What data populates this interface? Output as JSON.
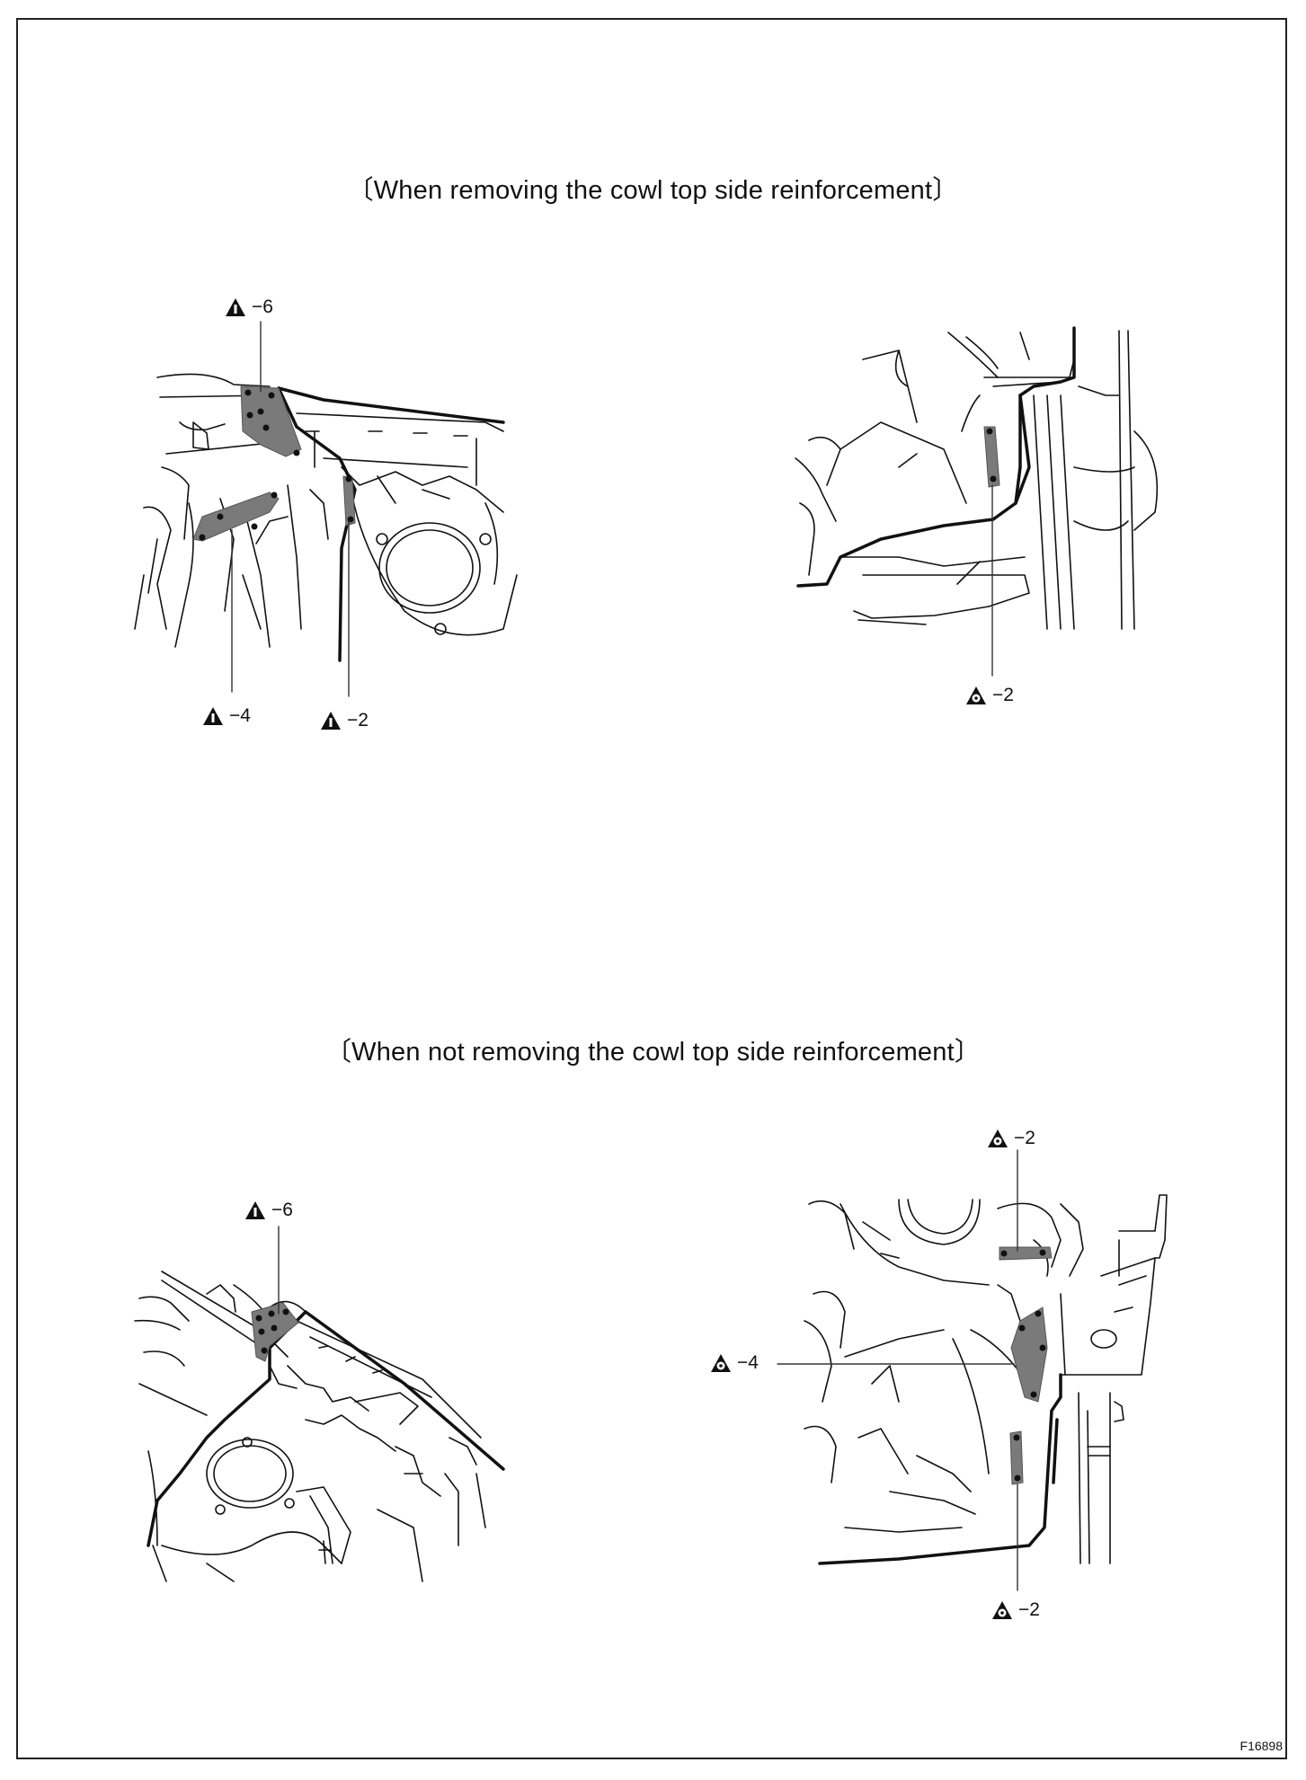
{
  "captions": {
    "top_section": "〔When removing the cowl top side reinforcement〕",
    "bottom_section": "〔When not removing the cowl top side reinforcement〕"
  },
  "callouts": {
    "top_left_a": "−6",
    "top_left_b": "−4",
    "top_left_c": "−2",
    "top_right_a": "−2",
    "bottom_left_a": "−6",
    "bottom_right_a": "−2",
    "bottom_right_b": "−4",
    "bottom_right_c": "−2"
  },
  "figure_id": "F16898",
  "colors": {
    "weld_area": "#7a7a7a",
    "line": "#111111"
  }
}
